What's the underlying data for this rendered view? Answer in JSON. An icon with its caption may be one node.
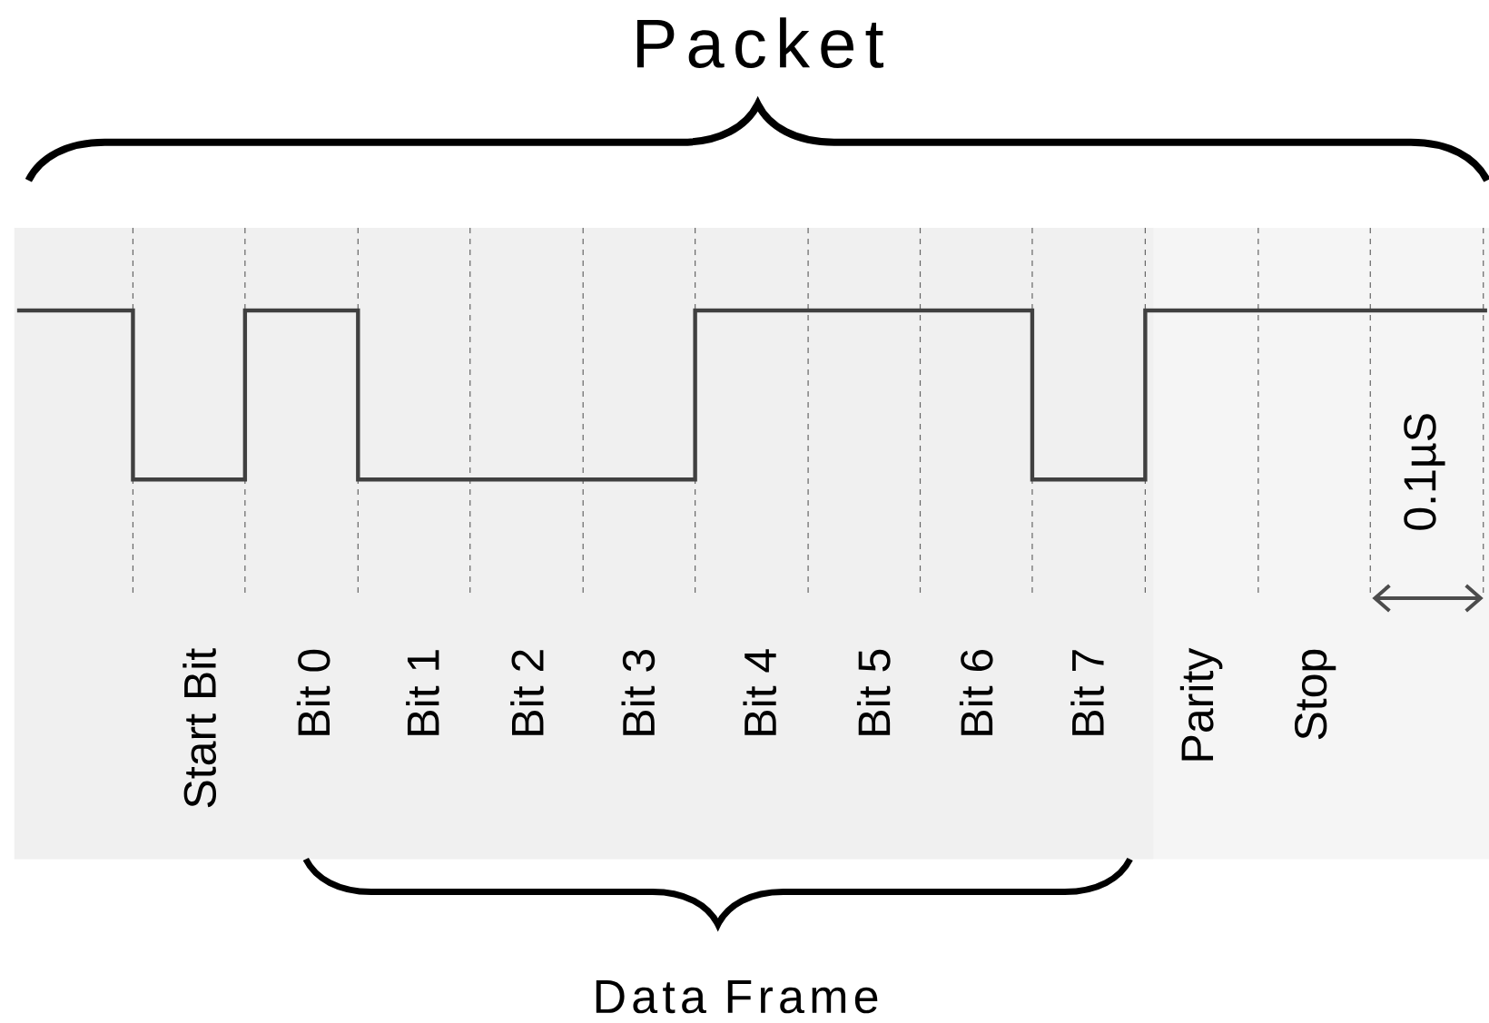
{
  "diagram": {
    "title": "Packet",
    "labels": [
      "Start Bit",
      "Bit 0",
      "Bit 1",
      "Bit 2",
      "Bit 3",
      "Bit 4",
      "Bit 5",
      "Bit 6",
      "Bit 7",
      "Parity",
      "Stop",
      "0.1µS",
      "Data Frame"
    ]
  }
}
